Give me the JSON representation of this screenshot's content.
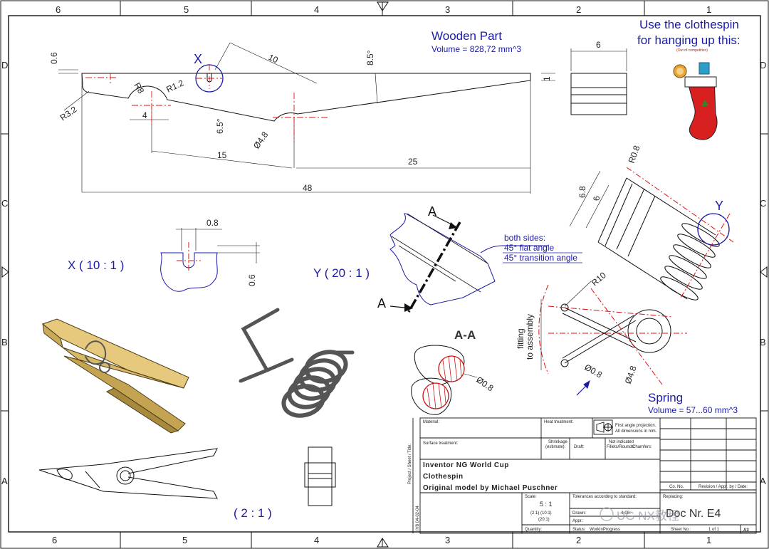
{
  "frame": {
    "col_labels_top": [
      "6",
      "5",
      "4",
      "3",
      "2",
      "1"
    ],
    "col_labels_bottom": [
      "6",
      "5",
      "4",
      "3",
      "2",
      "1"
    ],
    "row_labels_left": [
      "D",
      "C",
      "B",
      "A"
    ],
    "row_labels_right": [
      "D",
      "C",
      "B",
      "A"
    ]
  },
  "wooden_part": {
    "title": "Wooden Part",
    "volume": "Volume = 828,72 mm^3",
    "dims": {
      "d0_6": "0.6",
      "d10": "10",
      "d8_5": "8.5°",
      "dR8": "R8",
      "dR1_2": "R1.2",
      "dR3_2": "R3.2",
      "d4": "4",
      "d6_5": "6.5°",
      "dphi4_8": "Ø4.8",
      "d15": "15",
      "d25": "25",
      "d48": "48",
      "d6": "6",
      "d1": "1"
    },
    "detail_marker": "X"
  },
  "note_top_right": {
    "line1": "Use the clothespin",
    "line2": "for hanging up this:",
    "small": "(Out of competition)"
  },
  "detail_x": {
    "label": "X ( 10 : 1 )",
    "d0_8": "0.8",
    "d0_6": "0.6"
  },
  "detail_y": {
    "label": "Y ( 20 : 1 )",
    "section_a": "A",
    "note1": "both sides:",
    "note2": "45° flat angle",
    "note3": "45° transition angle"
  },
  "section_aa": {
    "label": "A-A",
    "dphi0_8": "Ø0.8"
  },
  "spring_top": {
    "dR0_8": "R0.8",
    "d6_8": "6.8",
    "d6": "6",
    "marker": "Y"
  },
  "spring_side": {
    "dR10": "R10",
    "fit1": "fitting",
    "fit2": "to assembly",
    "dphi0_8": "Ø0.8",
    "dphi4_8": "Ø4.8"
  },
  "spring": {
    "title": "Spring",
    "volume": "Volume = 57...60 mm^3"
  },
  "iso_scale": "( 2 : 1 )",
  "title_block": {
    "material": "Material:",
    "heat": "Heat treatment:",
    "projection1": "First angle projection.",
    "projection2": "All dimensions in mm.",
    "surface": "Surface treatment:",
    "shrinkage1": "Shrinkage",
    "shrinkage2": "(estimate):",
    "draft": "Draft:",
    "fillets1": "Not indicated",
    "fillets2": "Fillets/Rounds:",
    "chamfers": "Chamfers:",
    "line1": "Inventor NG World Cup",
    "line2": "Clothespin",
    "line3": "Original model by Michael Puschner",
    "scale_label": "Scale:",
    "scale_main": "5 : 1",
    "scale_sub1": "(2:1) (10:1)",
    "scale_sub2": "(20:1)",
    "tolerances": "Tolerances according to standard:",
    "drawn": "Drawn:",
    "appr": "Appr.:",
    "date": "-4-08-",
    "status_label": "Status:",
    "status": "WorkInProgress",
    "quantity": "Quantity:",
    "co_no": "Co. No.",
    "revision": "Revision / Appr. by / Date:",
    "replacing": "Replacing:",
    "doc_number": "Doc Nr. E4",
    "sheet_no": "Sheet No.:",
    "sheet_of": "1   of   1",
    "size": "A3",
    "side1": "Project / Sheet / Title:",
    "side2": "IV8 04-02-04",
    "watermark": "UG NX教程"
  }
}
